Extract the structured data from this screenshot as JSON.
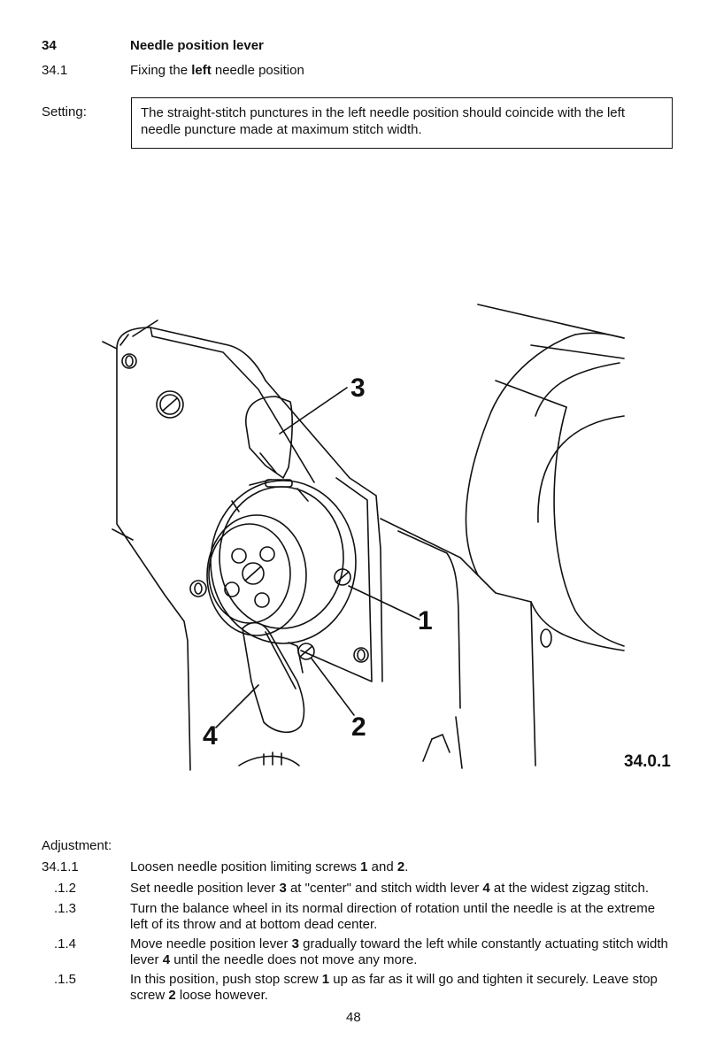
{
  "section": {
    "number": "34",
    "title": "Needle position lever",
    "sub_number": "34.1",
    "sub_title_pre": "Fixing the ",
    "sub_title_bold": "left",
    "sub_title_post": " needle position"
  },
  "setting": {
    "label": "Setting:",
    "text": "The straight-stitch punctures in the left needle position should coincide with the left needle puncture made at maximum stitch width."
  },
  "figure": {
    "id": "34.0.1",
    "callouts": [
      "3",
      "1",
      "2",
      "4"
    ]
  },
  "adjustment": {
    "label": "Adjustment:",
    "steps": [
      {
        "num": "34.1.1",
        "parts": [
          "Loosen needle position limiting screws ",
          "1",
          " and ",
          "2",
          "."
        ]
      },
      {
        "num": ".1.2",
        "parts": [
          "Set needle position lever ",
          "3",
          " at \"center\" and stitch width lever ",
          "4",
          " at the widest zigzag stitch."
        ]
      },
      {
        "num": ".1.3",
        "parts": [
          "Turn the balance wheel in its normal direction of rotation until the needle is at the extreme left of its throw and at bottom dead center."
        ]
      },
      {
        "num": ".1.4",
        "parts": [
          "Move needle position lever ",
          "3",
          " gradually toward the left while constantly actuating stitch width lever ",
          "4",
          " until the needle does not move any more."
        ]
      },
      {
        "num": ".1.5",
        "parts": [
          "In this position, push stop screw ",
          "1",
          " up as far as it will go and tighten it securely. Leave stop screw ",
          "2",
          " loose however."
        ]
      }
    ]
  },
  "page_number": "48"
}
